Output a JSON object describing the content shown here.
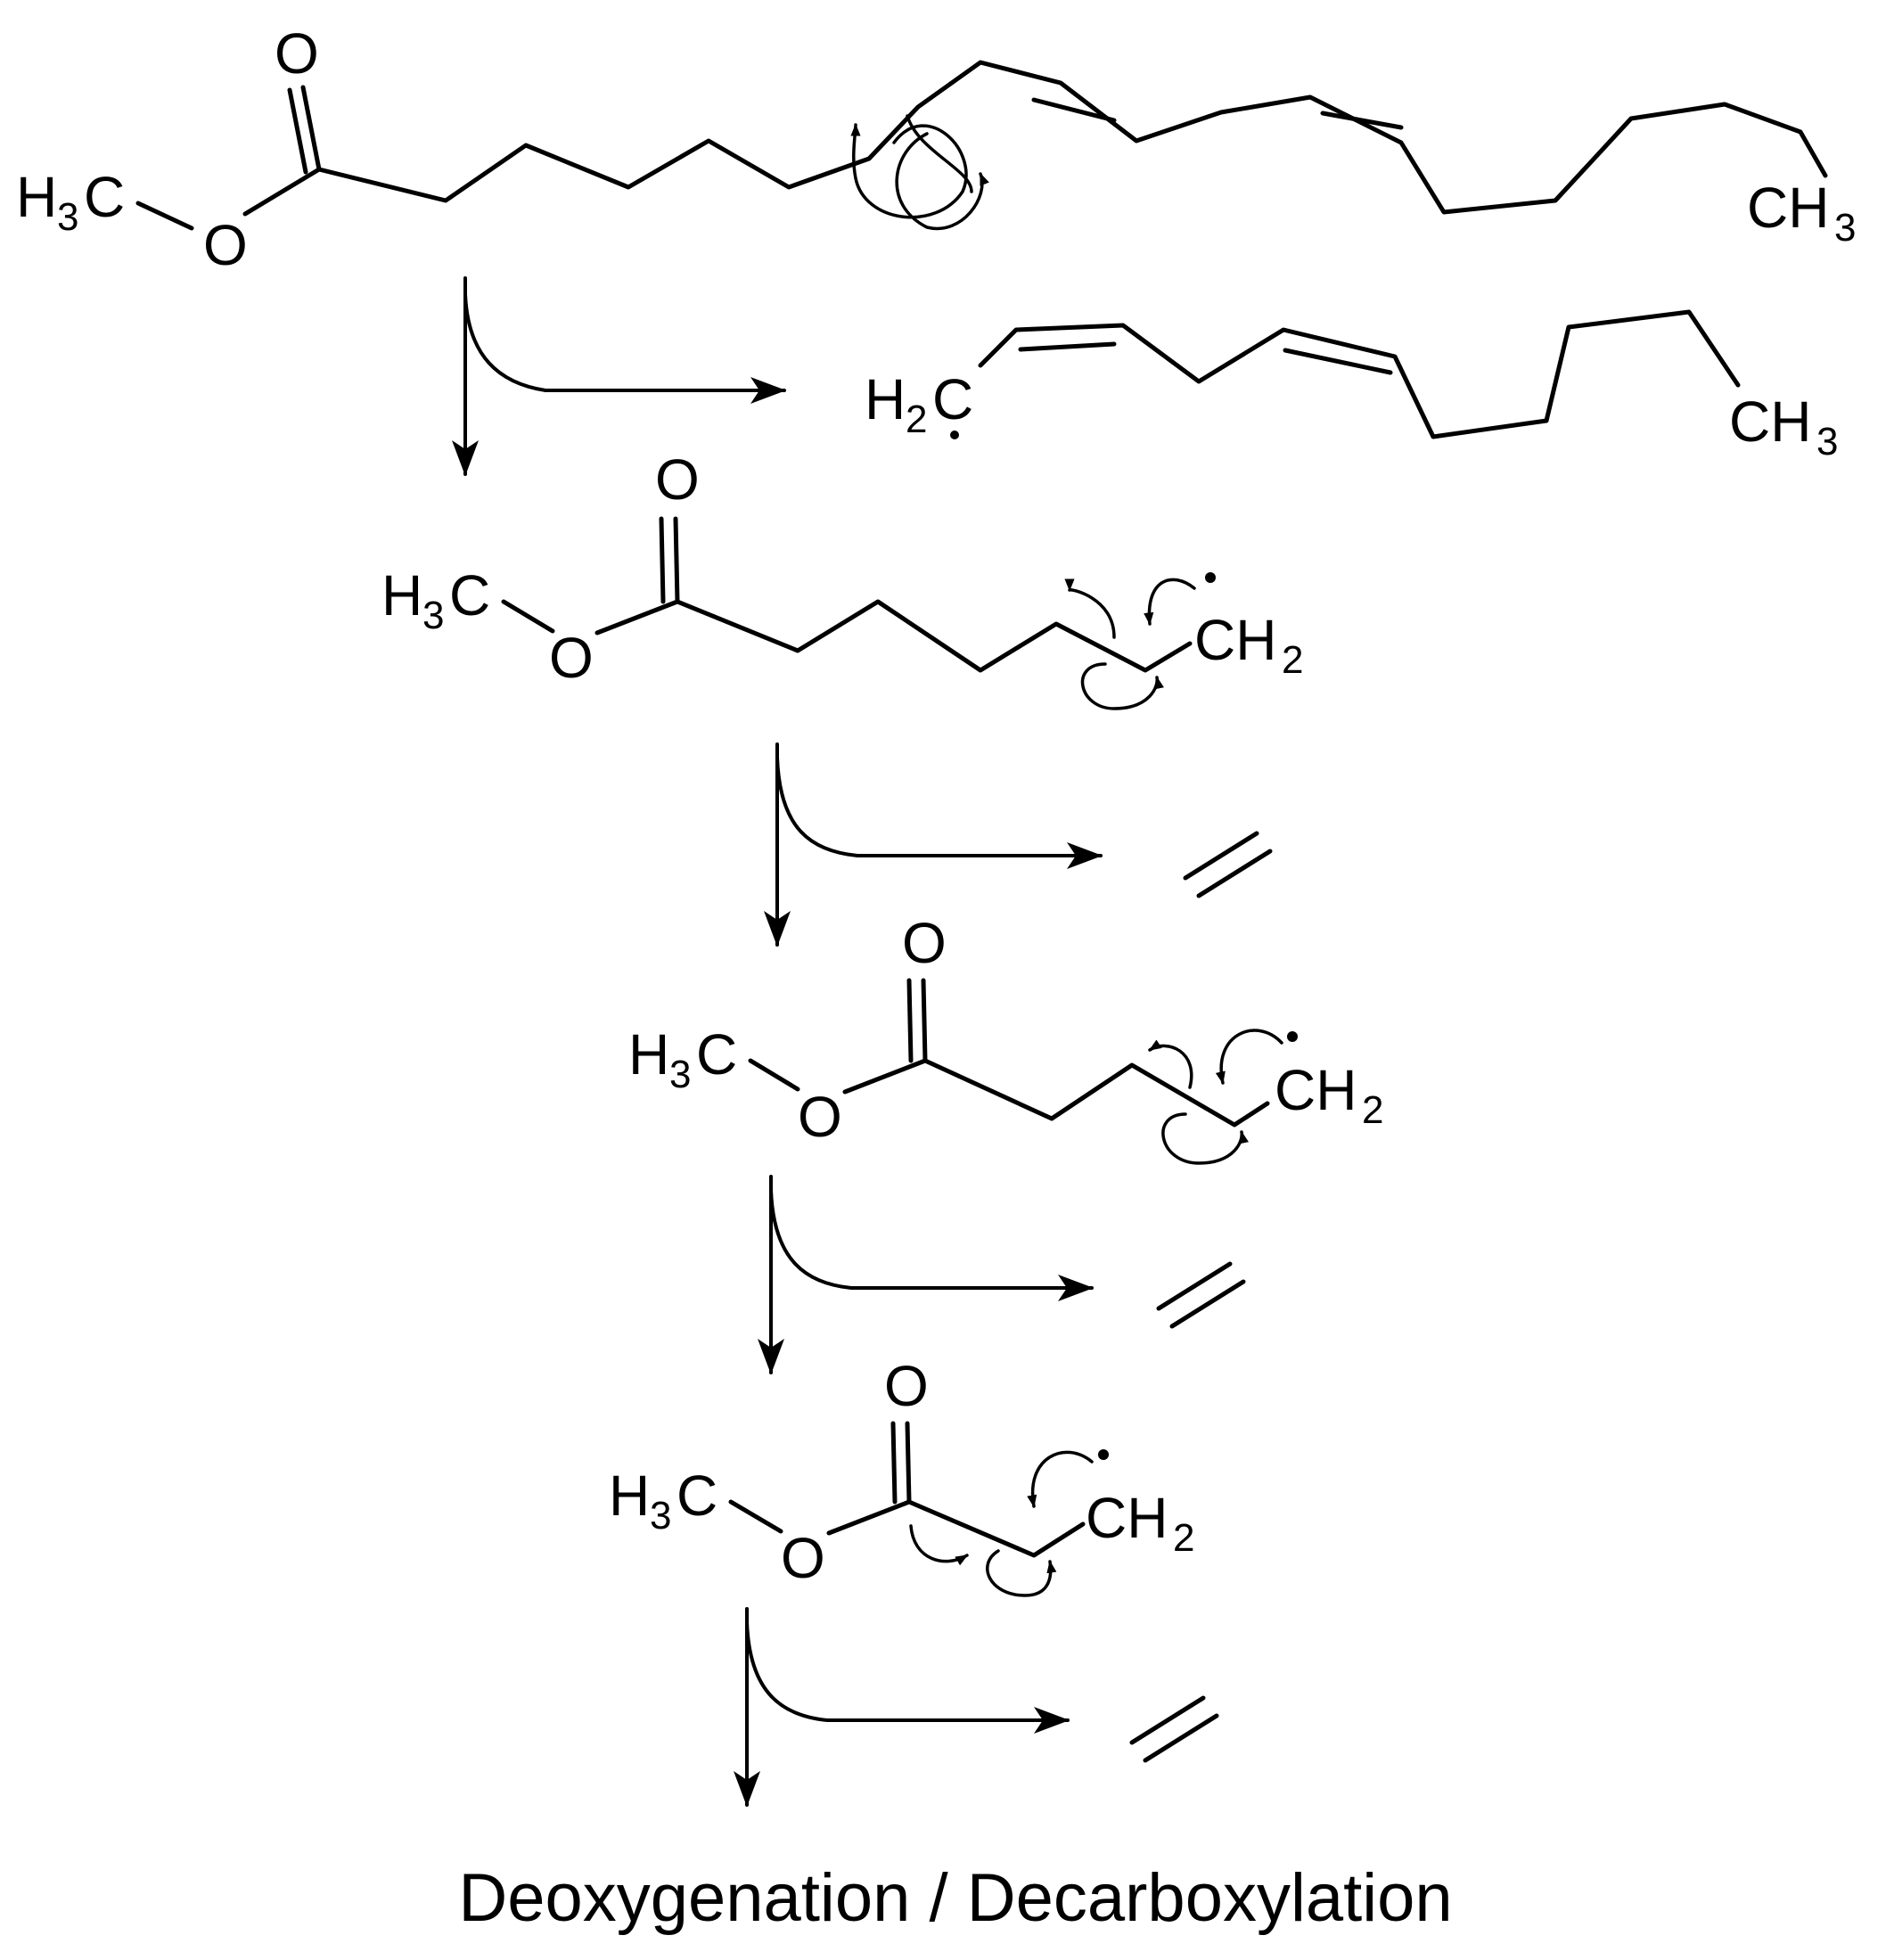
{
  "atoms": {
    "oxygen": "O",
    "methyl_c": "C",
    "h": "H",
    "sub3": "3",
    "sub2": "2",
    "ch3_c": "CH",
    "h2_c": "C",
    "ch2_h": "H"
  },
  "caption": "Deoxygenation / Decarboxylation",
  "colors": {
    "ink": "#000000",
    "background": "#ffffff"
  }
}
